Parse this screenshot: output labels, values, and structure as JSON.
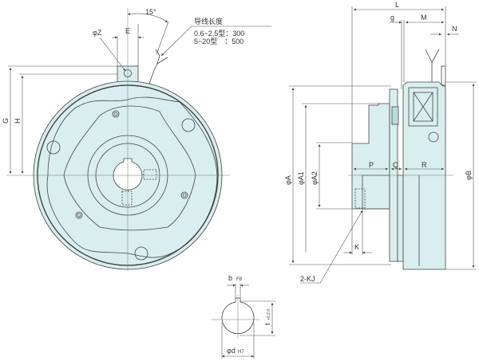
{
  "front_view": {
    "angle_label": "15°",
    "label_E": "E",
    "label_phiZ": "φZ",
    "label_G": "G",
    "label_H": "H",
    "lead_wire": {
      "title": "导线长度",
      "line1": "0.6~2.5型：300",
      "line2": "5~20型　：500"
    }
  },
  "shaft_detail": {
    "label_b": "b",
    "tol_b": "F8",
    "label_t": "t",
    "tol_t": "+0.2 0",
    "label_d": "φd",
    "tol_d": "H7"
  },
  "side_view": {
    "label_L": "L",
    "label_g": "g",
    "label_M": "M",
    "label_N": "N",
    "label_P": "P",
    "label_Q": "Q",
    "label_R": "R",
    "label_A": "φA",
    "label_A1": "φA1",
    "label_A2": "φA2",
    "label_B": "φB",
    "label_K": "K",
    "label_KJ": "2-KJ"
  },
  "colors": {
    "fill": "#d9eeee",
    "line": "#444444"
  }
}
